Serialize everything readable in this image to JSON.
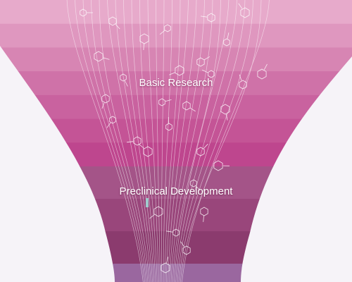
{
  "diagram": {
    "type": "funnel",
    "stages": [
      {
        "label": "Basic Research"
      },
      {
        "label": "Preclinical Development"
      },
      {
        "label": ""
      }
    ]
  },
  "colors": {
    "background": "#f6f3f8",
    "basic_research_bands": [
      "#e7aacb",
      "#df97bf",
      "#d785b3",
      "#cf72a8",
      "#c9629f",
      "#c45496",
      "#be468e"
    ],
    "preclinical_bands": [
      "#a45488",
      "#99467b",
      "#8b3b6e"
    ],
    "bottom_stage": "#9a679f",
    "lines": "#ffffff"
  }
}
